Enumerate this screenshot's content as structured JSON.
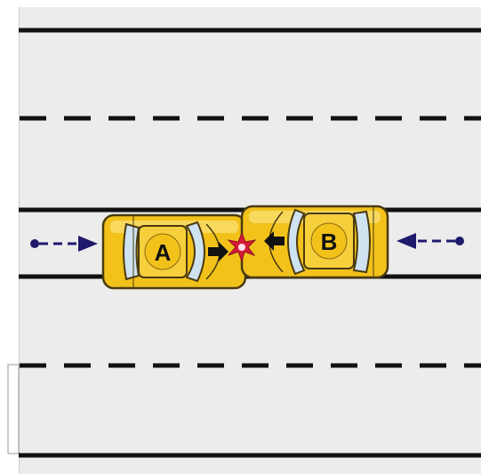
{
  "diagram": {
    "vehicles": [
      {
        "label": "A",
        "direction": "east"
      },
      {
        "label": "B",
        "direction": "west"
      }
    ],
    "collision": "head-on",
    "colors": {
      "road": "#ececec",
      "lane_line": "#111111",
      "car_body": "#f2c21b",
      "car_body_light": "#fbe27a",
      "car_outline": "#4a3a10",
      "glass": "#cfe2f0",
      "approach_arrow": "#1f1a6b",
      "impact_star": "#d81b3a",
      "impact_star_core": "#ffe2ea"
    }
  }
}
